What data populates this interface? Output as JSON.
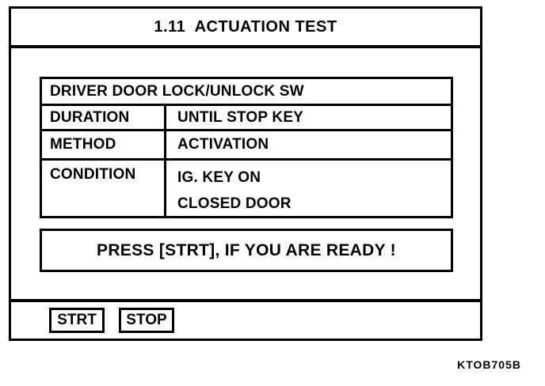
{
  "screen": {
    "title": "1.11  ACTUATION TEST",
    "test_table": {
      "header": "DRIVER DOOR LOCK/UNLOCK SW",
      "rows": [
        {
          "label": "DURATION",
          "value": "UNTIL STOP KEY"
        },
        {
          "label": "METHOD",
          "value": "ACTIVATION"
        },
        {
          "label": "CONDITION",
          "value_lines": [
            "IG. KEY ON",
            "CLOSED DOOR"
          ]
        }
      ]
    },
    "message": "PRESS [STRT], IF YOU ARE READY !",
    "buttons": [
      {
        "label": "STRT"
      },
      {
        "label": "STOP"
      }
    ]
  },
  "figure_code": "KTOB705B",
  "colors": {
    "ink": "#000000",
    "background": "#ffffff"
  }
}
